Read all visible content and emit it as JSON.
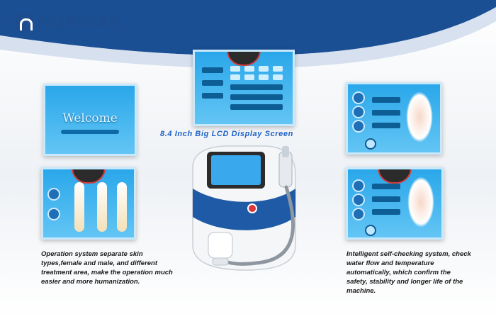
{
  "brand": {
    "name": "NUBWAY",
    "registered": "®",
    "primary_color": "#1d4d8f"
  },
  "headline": "8.4 Inch Big LCD Display Screen",
  "screens": {
    "welcome": {
      "text": "Welcome"
    }
  },
  "captions": {
    "left": "Operation system separate skin types,female and male, and different treatment area, make the operation much easier and more humanization.",
    "right": "Intelligent self-checking system, check water flow and temperature automatically, which confirm the safety, stability and longer life of the machine."
  },
  "icons": {
    "logo": "nubway-logo-icon",
    "device": "laser-machine-icon"
  }
}
